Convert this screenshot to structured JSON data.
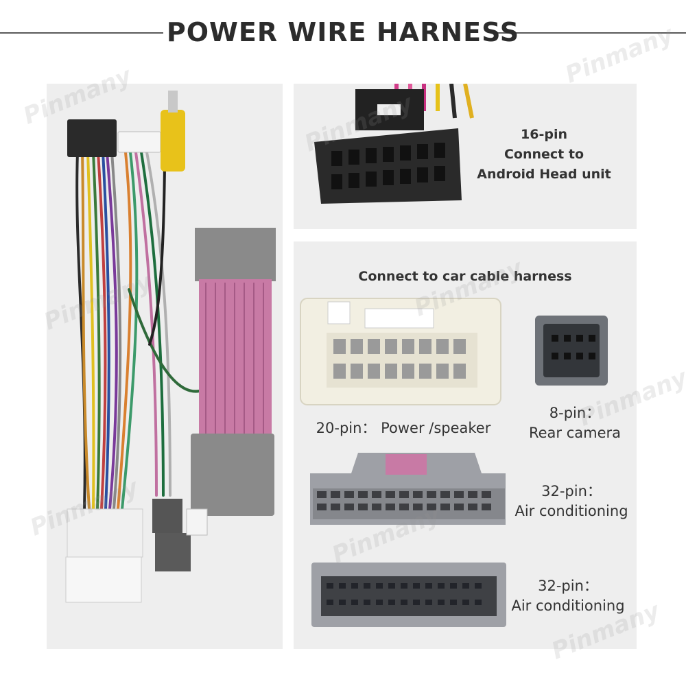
{
  "title": "POWER WIRE HARNESS",
  "watermark": "Pinmany",
  "connectors": {
    "pin16": {
      "line1": "16-pin",
      "line2": "Connect to",
      "line3": "Android Head unit"
    },
    "car_harness_heading": "Connect to car cable harness",
    "pin20": {
      "label": "20-pin：  Power /speaker"
    },
    "pin8": {
      "line1": "8-pin：",
      "line2": "Rear camera"
    },
    "pin32a": {
      "line1": "32-pin：",
      "line2": "Air conditioning"
    },
    "pin32b": {
      "line1": "32-pin：",
      "line2": "Air conditioning"
    }
  }
}
